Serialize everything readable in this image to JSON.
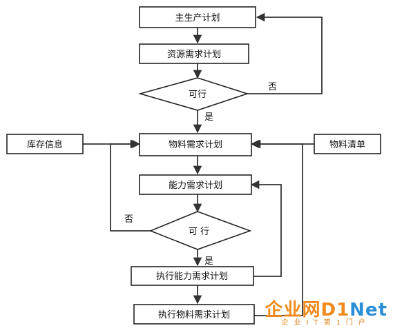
{
  "diagram": {
    "nodes": {
      "mps": "主生产计划",
      "rrp": "资源需求计划",
      "feasible1": "可行",
      "inventory": "库存信息",
      "mrp": "物料需求计划",
      "bom": "物料清单",
      "crp": "能力需求计划",
      "feasible2": "可 行",
      "exec_crp": "执行能力需求计划",
      "exec_mrp": "执行物料需求计划"
    },
    "edge_labels": {
      "no1": "否",
      "yes1": "是",
      "no2": "否",
      "yes2": "是"
    }
  },
  "watermark": {
    "brand_cn": "企业网",
    "brand_d": "D",
    "brand_i": "1",
    "brand_net": "Net",
    "tagline": "企业IT第1门户"
  },
  "colors": {
    "stroke": "#333333",
    "watermark_orange": "#f08a1c",
    "watermark_blue": "#2a8fd6"
  }
}
